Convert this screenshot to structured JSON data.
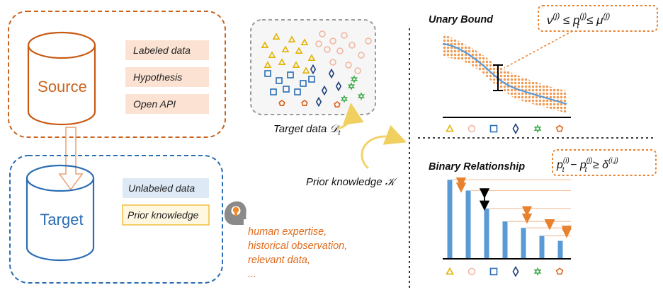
{
  "source": {
    "title": "Source",
    "items": [
      "Labeled data",
      "Hypothesis",
      "Open API"
    ]
  },
  "target": {
    "title": "Target",
    "items": [
      "Unlabeled data",
      "Prior knowledge"
    ]
  },
  "prior_examples": [
    "human expertise,",
    "historical observation,",
    "relevant data,",
    "..."
  ],
  "target_data_label": "Target data 𝒟",
  "target_data_sub": "t",
  "prior_knowledge_label": "Prior knowledge 𝒦",
  "unary": {
    "title": "Unary Bound",
    "formula_v": "ν",
    "formula_j": "(j)",
    "formula_le1": " ≤ ",
    "formula_p": "p",
    "formula_t": "t",
    "formula_le2": " ≤ ",
    "formula_mu": "μ"
  },
  "binary": {
    "title": "Binary Relationship",
    "formula_i": "(i)",
    "formula_minus": " − ",
    "formula_ge": " ≥ ",
    "formula_delta": "δ",
    "formula_ij": "(i,j)"
  },
  "chart_data": {
    "type": "bar",
    "values": [
      11,
      9.5,
      7,
      5.2,
      4.3,
      3.2,
      2.5
    ],
    "ylim": [
      0,
      12
    ]
  },
  "colors": {
    "orange": "#e8822f",
    "blue": "#2a6db3",
    "bar": "#5b9bd5",
    "green": "#3aa845",
    "yellow": "#e2b400",
    "pink": "#f2b6a0"
  }
}
